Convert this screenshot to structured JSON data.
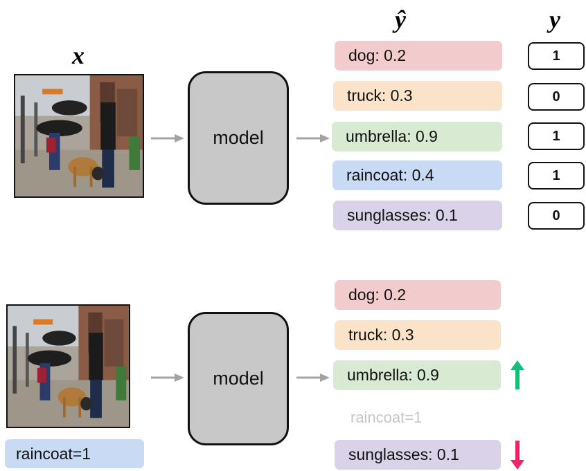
{
  "labels": {
    "x": "x",
    "y_hat": "ŷ",
    "y": "y"
  },
  "model_label": "model",
  "predictions": [
    {
      "label": "dog: 0.2",
      "color": "#f2cccc"
    },
    {
      "label": "truck: 0.3",
      "color": "#fbe3ca"
    },
    {
      "label": "umbrella: 0.9",
      "color": "#d8ead2"
    },
    {
      "label": "raincoat: 0.4",
      "color": "#c9daf5"
    },
    {
      "label": "sunglasses: 0.1",
      "color": "#d9d2e9"
    }
  ],
  "targets": [
    "1",
    "0",
    "1",
    "1",
    "0"
  ],
  "bottom": {
    "faded_label": "raincoat=1",
    "input_chip": "raincoat=1",
    "up_arrow_color": "#10c07a",
    "down_arrow_color": "#f0226a"
  }
}
